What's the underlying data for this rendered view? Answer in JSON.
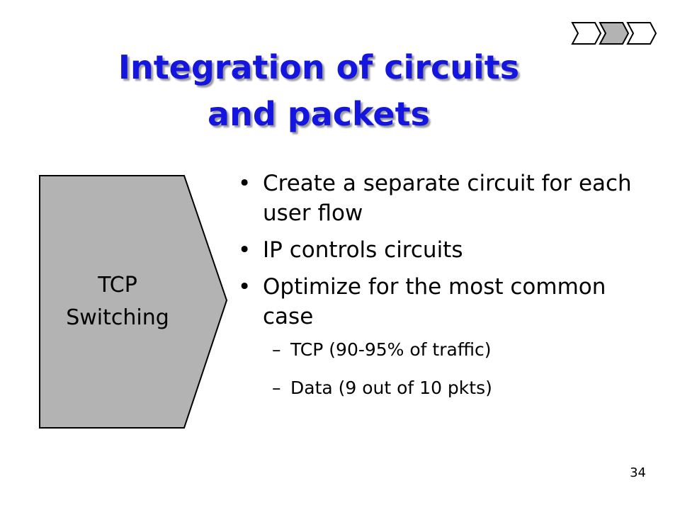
{
  "slide": {
    "title_line1": "Integration of circuits",
    "title_line2": "and packets",
    "page_number": "34"
  },
  "shape": {
    "label_line1": "TCP",
    "label_line2": "Switching",
    "fill": "#b3b3b3"
  },
  "bullets": [
    {
      "text": "Create a separate circuit for each user flow"
    },
    {
      "text": "IP controls circuits"
    },
    {
      "text": "Optimize for the most common case"
    }
  ],
  "sub_bullets": [
    {
      "text": "TCP (90-95% of traffic)"
    },
    {
      "text": "Data (9 out of 10 pkts)"
    }
  ],
  "colors": {
    "title": "#1515e0",
    "nav_active": "#b3b3b3"
  },
  "icons": {
    "nav": "nav-chevrons-icon"
  }
}
